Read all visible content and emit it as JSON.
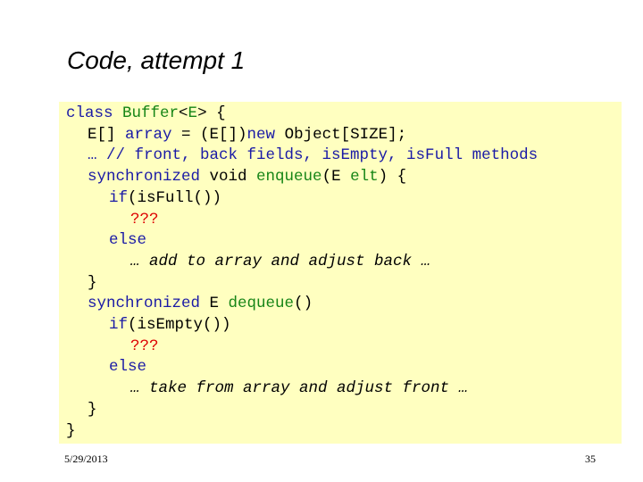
{
  "slide": {
    "title": "Code, attempt 1",
    "date": "5/29/2013",
    "page_number": "35"
  },
  "colors": {
    "keyword": "#1a1aa6",
    "type": "#168516",
    "placeholder": "#dd0000",
    "text": "#000000",
    "background": "#ffffc0"
  },
  "code_lines": [
    {
      "indent": 0,
      "tokens": [
        {
          "text": "class ",
          "color": "#1a1aa6"
        },
        {
          "text": "Buffer",
          "color": "#168516"
        },
        {
          "text": "<",
          "color": "#000000"
        },
        {
          "text": "E",
          "color": "#168516"
        },
        {
          "text": "> {",
          "color": "#000000"
        }
      ]
    },
    {
      "indent": 1,
      "tokens": [
        {
          "text": "E[] ",
          "color": "#000000"
        },
        {
          "text": "array",
          "color": "#1a1aa6"
        },
        {
          "text": " = (E[])",
          "color": "#000000"
        },
        {
          "text": "new",
          "color": "#1a1aa6"
        },
        {
          "text": " Object[SIZE];",
          "color": "#000000"
        }
      ]
    },
    {
      "indent": 1,
      "tokens": [
        {
          "text": "… // front, back fields, isEmpty, isFull methods",
          "color": "#1a1aa6"
        }
      ]
    },
    {
      "indent": 1,
      "tokens": [
        {
          "text": "synchronized ",
          "color": "#1a1aa6"
        },
        {
          "text": "void ",
          "color": "#000000"
        },
        {
          "text": "enqueue",
          "color": "#168516"
        },
        {
          "text": "(E ",
          "color": "#000000"
        },
        {
          "text": "elt",
          "color": "#168516"
        },
        {
          "text": ") {",
          "color": "#000000"
        }
      ]
    },
    {
      "indent": 2,
      "tokens": [
        {
          "text": "if",
          "color": "#1a1aa6"
        },
        {
          "text": "(isFull())",
          "color": "#000000"
        }
      ]
    },
    {
      "indent": 3,
      "tokens": [
        {
          "text": "???",
          "color": "#dd0000"
        }
      ]
    },
    {
      "indent": 2,
      "tokens": [
        {
          "text": "else",
          "color": "#1a1aa6"
        }
      ]
    },
    {
      "indent": 3,
      "tokens": [
        {
          "text": "… add to array and adjust back …",
          "color": "#000000",
          "italic": true
        }
      ]
    },
    {
      "indent": 1,
      "tokens": [
        {
          "text": "}",
          "color": "#000000"
        }
      ]
    },
    {
      "indent": 1,
      "tokens": [
        {
          "text": "synchronized ",
          "color": "#1a1aa6"
        },
        {
          "text": "E ",
          "color": "#000000"
        },
        {
          "text": "dequeue",
          "color": "#168516"
        },
        {
          "text": "()",
          "color": "#000000"
        }
      ]
    },
    {
      "indent": 2,
      "tokens": [
        {
          "text": "if",
          "color": "#1a1aa6"
        },
        {
          "text": "(isEmpty())",
          "color": "#000000"
        }
      ]
    },
    {
      "indent": 3,
      "tokens": [
        {
          "text": "???",
          "color": "#dd0000"
        }
      ]
    },
    {
      "indent": 2,
      "tokens": [
        {
          "text": "else",
          "color": "#1a1aa6"
        }
      ]
    },
    {
      "indent": 3,
      "tokens": [
        {
          "text": "… take from array and adjust front …",
          "color": "#000000",
          "italic": true
        }
      ]
    },
    {
      "indent": 1,
      "tokens": [
        {
          "text": "}",
          "color": "#000000"
        }
      ]
    },
    {
      "indent": 0,
      "tokens": [
        {
          "text": "}",
          "color": "#000000"
        }
      ]
    }
  ]
}
